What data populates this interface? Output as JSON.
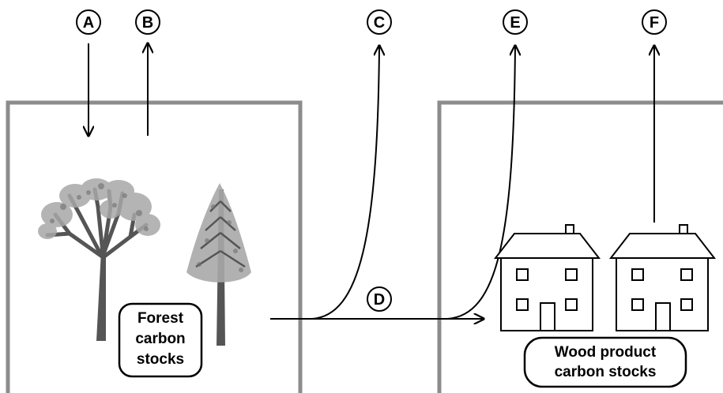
{
  "labels": {
    "a": "A",
    "b": "B",
    "c": "C",
    "d": "D",
    "e": "E",
    "f": "F"
  },
  "forest_box": {
    "line1": "Forest",
    "line2": "carbon",
    "line3": "stocks"
  },
  "wood_box": {
    "line1": "Wood product",
    "line2": "carbon stocks"
  },
  "colors": {
    "frame": "#8c8c8c",
    "ink": "#000000",
    "foliage": "#a8a8a8",
    "trunk": "#555555"
  }
}
